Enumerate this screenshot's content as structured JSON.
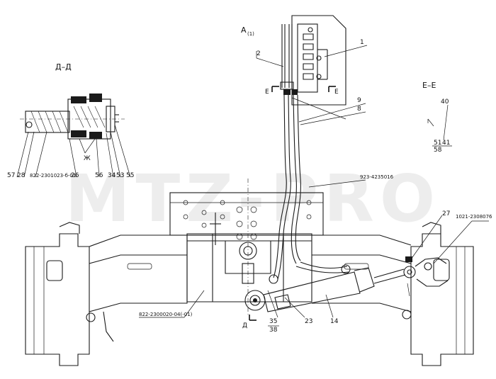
{
  "views": {
    "section_d": "Д–Д",
    "section_e": "Е–Е",
    "view_a": "А",
    "view_a_sub": "(1)",
    "cut_e_left": "Е",
    "cut_e_right": "Е",
    "cut_d": "Д"
  },
  "watermark": "MTZ-PRO",
  "callouts": {
    "c1": "1",
    "c2": "2",
    "c9": "9",
    "c8": "8",
    "c40": "40",
    "c51": "51",
    "c41": "41",
    "c58": "58",
    "c923": "923-4235016",
    "c27": "27",
    "c1021": "1021-2308076",
    "c57": "57",
    "c28": "28",
    "c822a": "822-2301023-б-01",
    "c26": "26",
    "c56": "56",
    "c34": "34",
    "c53": "53",
    "c55": "55",
    "cZh": "Ж",
    "c822b": "822-2300020-04(-01)",
    "c35": "35",
    "c38": "38",
    "c23": "23",
    "c14": "14"
  }
}
